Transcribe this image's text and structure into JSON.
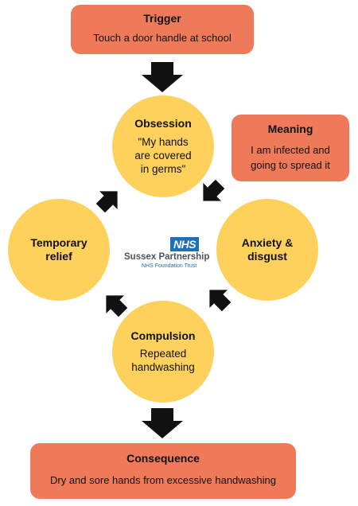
{
  "trigger": {
    "title": "Trigger",
    "body": "Touch a door handle at school"
  },
  "meaning": {
    "title": "Meaning",
    "body_line1": "I am infected and",
    "body_line2": "going to spread it"
  },
  "obsession": {
    "title": "Obsession",
    "line1": "\"My hands",
    "line2": "are covered",
    "line3": "in germs\""
  },
  "anxiety": {
    "line1": "Anxiety &",
    "line2": "disgust"
  },
  "temporary_relief": {
    "line1": "Temporary",
    "line2": "relief"
  },
  "compulsion": {
    "title": "Compulsion",
    "line1": "Repeated",
    "line2": "handwashing"
  },
  "consequence": {
    "title": "Consequence",
    "body": "Dry and sore hands from excessive handwashing"
  },
  "logo": {
    "badge": "NHS",
    "name": "Sussex Partnership",
    "trust": "NHS Foundation Trust"
  },
  "colors": {
    "box": "#ee7a5a",
    "circle": "#fdd15b",
    "arrow": "#111111",
    "nhs_blue": "#1d6fb8"
  }
}
